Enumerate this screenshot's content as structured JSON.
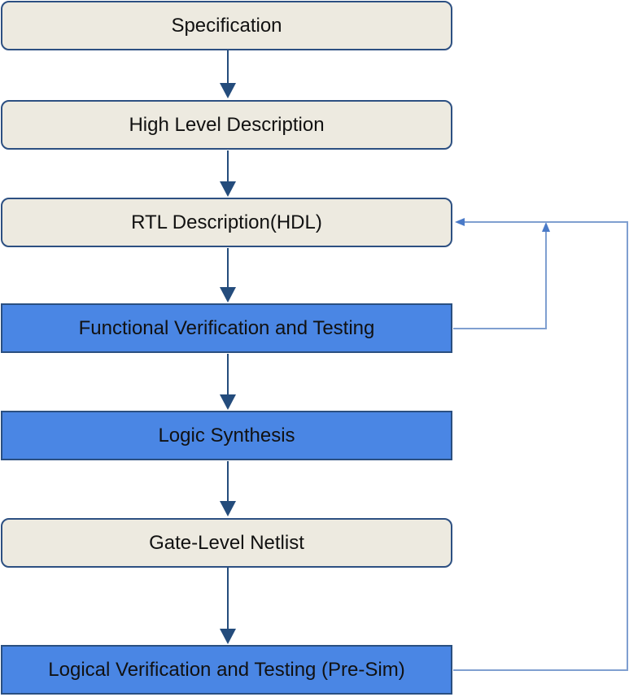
{
  "diagram": {
    "type": "flowchart",
    "title": "",
    "colors": {
      "process_fill": "#edeae0",
      "verification_fill": "#4a86e4",
      "border": "#2d5082",
      "main_arrow": "#244c7c",
      "feedback_arrow": "#7f9fd0"
    },
    "nodes": [
      {
        "id": "spec",
        "label": "Specification",
        "style": "beige"
      },
      {
        "id": "hld",
        "label": "High Level Description",
        "style": "beige"
      },
      {
        "id": "rtl",
        "label": "RTL Description(HDL)",
        "style": "beige"
      },
      {
        "id": "fvt",
        "label": "Functional Verification and Testing",
        "style": "blue"
      },
      {
        "id": "syn",
        "label": "Logic Synthesis",
        "style": "blue"
      },
      {
        "id": "gln",
        "label": "Gate-Level Netlist",
        "style": "beige"
      },
      {
        "id": "lvt",
        "label": "Logical Verification and Testing (Pre-Sim)",
        "style": "blue"
      }
    ],
    "edges": [
      {
        "from": "spec",
        "to": "hld",
        "kind": "flow"
      },
      {
        "from": "hld",
        "to": "rtl",
        "kind": "flow"
      },
      {
        "from": "rtl",
        "to": "fvt",
        "kind": "flow"
      },
      {
        "from": "fvt",
        "to": "syn",
        "kind": "flow"
      },
      {
        "from": "syn",
        "to": "gln",
        "kind": "flow"
      },
      {
        "from": "gln",
        "to": "lvt",
        "kind": "flow"
      },
      {
        "from": "fvt",
        "to": "rtl",
        "kind": "feedback"
      },
      {
        "from": "lvt",
        "to": "rtl",
        "kind": "feedback"
      }
    ]
  }
}
